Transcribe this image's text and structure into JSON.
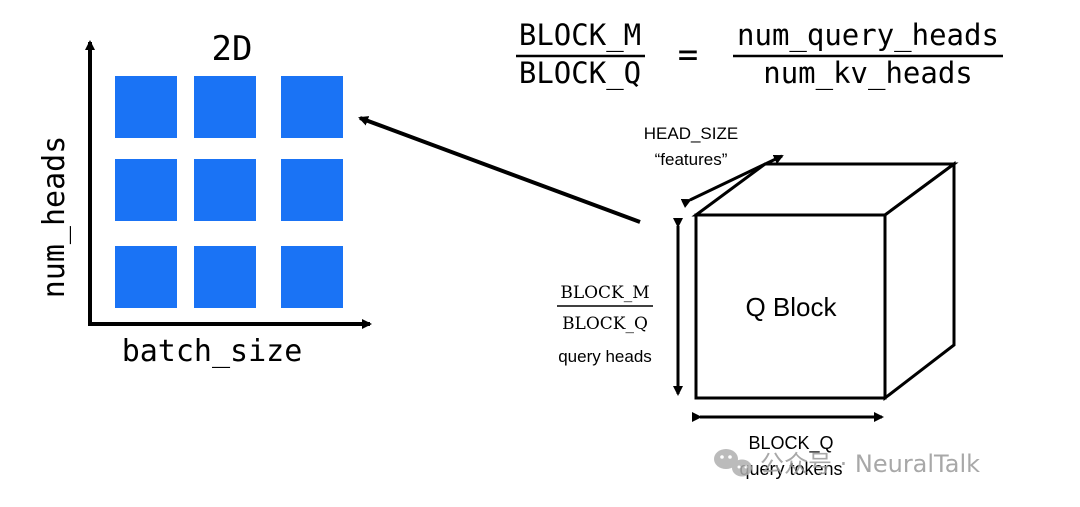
{
  "grid": {
    "title": "2D",
    "y_axis_label": "num_heads",
    "x_axis_label": "batch_size",
    "rows": 3,
    "cols": 3,
    "cell_color": "#1a73f5"
  },
  "equation": {
    "left_numerator": "BLOCK_M",
    "left_denominator": "BLOCK_Q",
    "equals": "=",
    "right_numerator": "num_query_heads",
    "right_denominator": "num_kv_heads"
  },
  "cube": {
    "label": "Q Block",
    "depth_label_top": "HEAD_SIZE",
    "depth_label_bottom": "“features”",
    "height_fraction_numerator": "BLOCK_M",
    "height_fraction_denominator": "BLOCK_Q",
    "height_label": "query heads",
    "width_label_top": "BLOCK_Q",
    "width_label_bottom": "query tokens"
  },
  "watermark": {
    "text": "公众号 · NeuralTalk"
  },
  "colors": {
    "line": "#000000",
    "watermark": "#9a9a9a"
  }
}
